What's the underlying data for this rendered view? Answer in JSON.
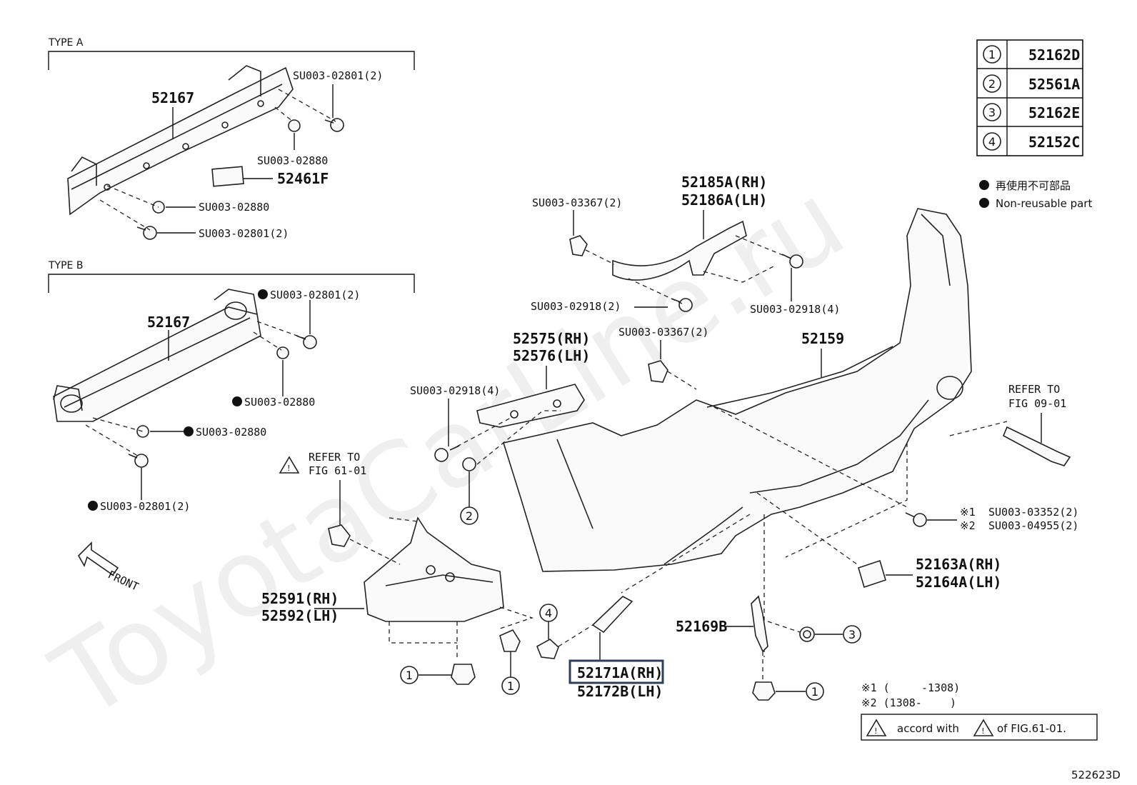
{
  "watermark": "ToyotaCarLine.ru",
  "sections": {
    "type_a": "TYPE A",
    "type_b": "TYPE B"
  },
  "type_a": {
    "part": "52167",
    "bolt_top": "SU003-02801(2)",
    "nut_top": "SU003-02880",
    "pad": "52461F",
    "nut_bottom": "SU003-02880",
    "bolt_bottom": "SU003-02801(2)"
  },
  "type_b": {
    "part": "52167",
    "bolt_top": "SU003-02801(2)",
    "nut_top": "SU003-02880",
    "nut_mid": "SU003-02880",
    "bolt_bottom": "SU003-02801(2)"
  },
  "code_table": [
    {
      "num": "1",
      "code": "52162D"
    },
    {
      "num": "2",
      "code": "52561A"
    },
    {
      "num": "3",
      "code": "52162E"
    },
    {
      "num": "4",
      "code": "52152C"
    }
  ],
  "legend": {
    "jp": "再使用不可部品",
    "en": "Non-reusable part"
  },
  "labels": {
    "clip_top": "SU003-03367(2)",
    "bracket_rh": "52185A(RH)",
    "bracket_lh": "52186A(LH)",
    "screw_bracket": "SU003-02918(2)",
    "screw_right": "SU003-02918(4)",
    "clip_mid": "SU003-03367(2)",
    "support_rh": "52575(RH)",
    "support_lh": "52576(LH)",
    "screw_support": "SU003-02918(4)",
    "cover": "52159",
    "refer_right_1": "REFER TO",
    "refer_right_2": "FIG 09-01",
    "refer_left_1": "REFER TO",
    "refer_left_2": "FIG 61-01",
    "bolt1_prefix": "※1",
    "bolt1": "SU003-03352(2)",
    "bolt2_prefix": "※2",
    "bolt2": "SU003-04955(2)",
    "pad_rh": "52163A(RH)",
    "pad_lh": "52164A(LH)",
    "shield_rh": "52591(RH)",
    "shield_lh": "52592(LH)",
    "stay": "52169B",
    "seal_rh": "52171A(RH)",
    "seal_lh": "52172B(LH)",
    "front": "FRONT"
  },
  "footnote": {
    "line1_a": "※1 (",
    "line1_b": "-1308)",
    "line2_a": "※2 (1308-",
    "line2_b": ")",
    "accord_a": "accord with",
    "accord_b": "of FIG.61-01."
  },
  "figure_id": "522623D"
}
